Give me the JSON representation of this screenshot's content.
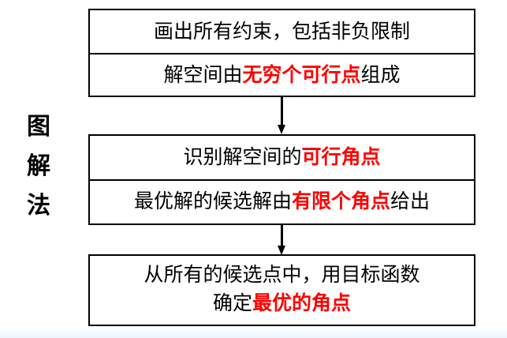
{
  "diagram": {
    "side_label": {
      "chars": [
        "图",
        "解",
        "法"
      ],
      "full_text": "图解法"
    },
    "highlight_color": "#ff0000",
    "text_color": "#000000",
    "border_color": "#000000",
    "background_color": "#ffffff",
    "steps": [
      {
        "id": "step-1",
        "rows": [
          {
            "segments": [
              {
                "text": "画出所有约束，包括非负限制",
                "emphasis": false
              }
            ]
          },
          {
            "segments": [
              {
                "text": "解空间由",
                "emphasis": false
              },
              {
                "text": "无穷个可行点",
                "emphasis": true
              },
              {
                "text": "组成",
                "emphasis": false
              }
            ]
          }
        ]
      },
      {
        "id": "step-2",
        "rows": [
          {
            "segments": [
              {
                "text": "识别解空间的",
                "emphasis": false
              },
              {
                "text": "可行角点",
                "emphasis": true
              }
            ]
          },
          {
            "segments": [
              {
                "text": "最优解的候选解由",
                "emphasis": false
              },
              {
                "text": "有限个角点",
                "emphasis": true
              },
              {
                "text": "给出",
                "emphasis": false
              }
            ]
          }
        ]
      },
      {
        "id": "step-3",
        "rows": [
          {
            "lines": [
              {
                "segments": [
                  {
                    "text": "从所有的候选点中，用目标函数",
                    "emphasis": false
                  }
                ]
              },
              {
                "segments": [
                  {
                    "text": "确定",
                    "emphasis": false
                  },
                  {
                    "text": "最优的角点",
                    "emphasis": true
                  }
                ]
              }
            ]
          }
        ]
      }
    ],
    "connectors": [
      {
        "id": "arrow-step1-step2",
        "icon": "down-arrow-icon",
        "from": "step-1",
        "to": "step-2"
      },
      {
        "id": "arrow-step2-step3",
        "icon": "down-arrow-icon",
        "from": "step-2",
        "to": "step-3"
      }
    ]
  }
}
